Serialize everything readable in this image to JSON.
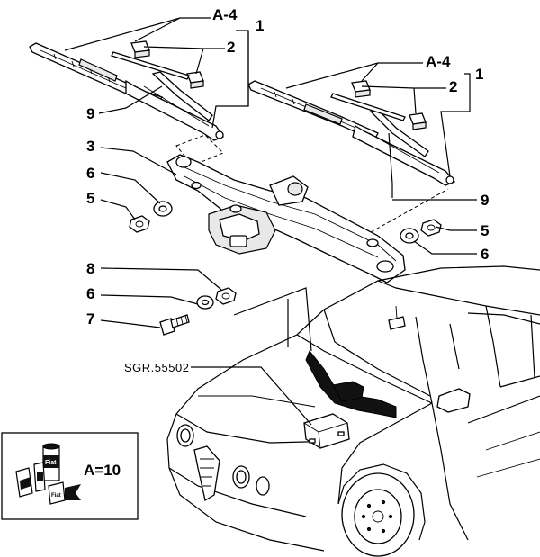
{
  "labels": {
    "a4_top": "A-4",
    "a4_right": "A-4",
    "n1_top": "1",
    "n1_right": "1",
    "n2_top": "2",
    "n2_right": "2",
    "n9_left": "9",
    "n9_right": "9",
    "n3": "3",
    "n6_left": "6",
    "n5_left": "5",
    "n5_right": "5",
    "n6_right": "6",
    "n8": "8",
    "n6_lower": "6",
    "n7": "7",
    "sgr": "SGR.55502",
    "a10": "A=10"
  },
  "product_icons": {
    "can_label": "Fiat",
    "box_label": "Fiat"
  }
}
